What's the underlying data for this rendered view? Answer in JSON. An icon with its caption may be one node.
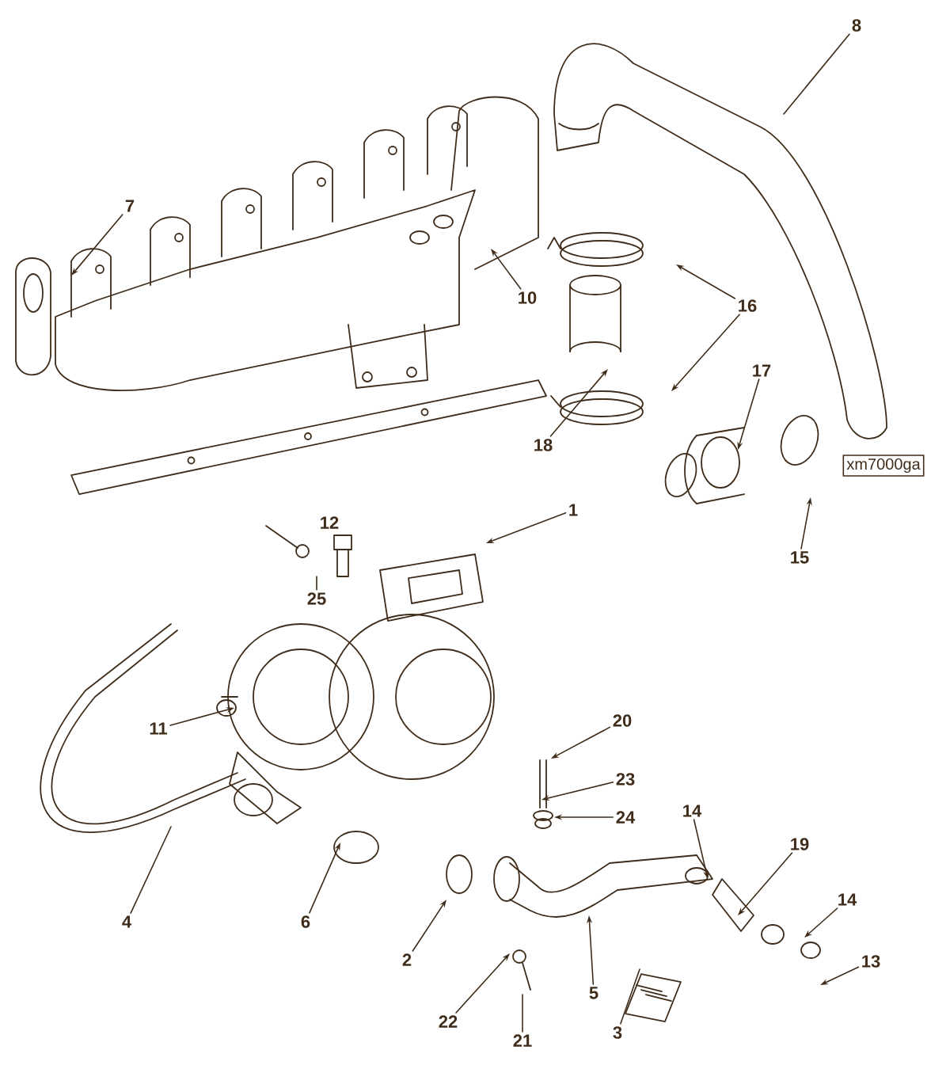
{
  "diagram": {
    "nodes": [
      {
        "text": [
          "8"
        ]
      },
      {
        "text": [
          "7"
        ]
      },
      {
        "text": [
          "10"
        ]
      },
      {
        "text": [
          "16"
        ]
      },
      {
        "text": [
          "17"
        ]
      },
      {
        "text": [
          "18"
        ]
      },
      {
        "text": [
          "15"
        ]
      },
      {
        "text": [
          "1"
        ]
      },
      {
        "text": [
          "25"
        ]
      },
      {
        "text": [
          "xm7000ga"
        ]
      },
      {
        "text": [
          "11"
        ]
      },
      {
        "text": [
          "20"
        ]
      },
      {
        "text": [
          "23"
        ]
      },
      {
        "text": [
          "24"
        ]
      },
      {
        "text": [
          "14"
        ]
      },
      {
        "text": [
          "19"
        ]
      },
      {
        "text": [
          "14"
        ]
      },
      {
        "text": [
          "4"
        ]
      },
      {
        "text": [
          "6"
        ]
      },
      {
        "text": [
          "2"
        ]
      },
      {
        "text": [
          "13"
        ]
      },
      {
        "text": [
          "5"
        ]
      },
      {
        "text": [
          "22"
        ]
      },
      {
        "text": [
          "21"
        ]
      },
      {
        "text": [
          "3"
        ]
      }
    ],
    "edges": [
      {
        "from": 0,
        "to": null,
        "arrow": "none"
      },
      {
        "from": 1,
        "to": null,
        "arrow": "to"
      },
      {
        "from": 2,
        "to": null,
        "arrow": "to"
      },
      {
        "from": 3,
        "to": null,
        "arrow": "to"
      },
      {
        "from": 3,
        "to": null,
        "arrow": "to"
      },
      {
        "from": 4,
        "to": null,
        "arrow": "to"
      },
      {
        "from": 5,
        "to": null,
        "arrow": "to"
      },
      {
        "from": 6,
        "to": null,
        "arrow": "to"
      },
      {
        "from": 7,
        "to": null,
        "arrow": "to"
      },
      {
        "from": 8,
        "to": null,
        "arrow": "none"
      },
      {
        "from": 10,
        "to": null,
        "arrow": "to"
      },
      {
        "from": 11,
        "to": null,
        "arrow": "to"
      },
      {
        "from": 12,
        "to": null,
        "arrow": "to"
      },
      {
        "from": 13,
        "to": null,
        "arrow": "to"
      },
      {
        "from": 14,
        "to": null,
        "arrow": "to"
      },
      {
        "from": 15,
        "to": null,
        "arrow": "to"
      },
      {
        "from": 16,
        "to": null,
        "arrow": "to"
      },
      {
        "from": 17,
        "to": null,
        "arrow": "none"
      },
      {
        "from": 18,
        "to": null,
        "arrow": "to"
      },
      {
        "from": 19,
        "to": null,
        "arrow": "to"
      },
      {
        "from": 20,
        "to": null,
        "arrow": "to"
      },
      {
        "from": 21,
        "to": null,
        "arrow": "to"
      },
      {
        "from": 22,
        "to": null,
        "arrow": "to"
      },
      {
        "from": 23,
        "to": null,
        "arrow": "none"
      },
      {
        "from": 24,
        "to": null,
        "arrow": "none"
      }
    ],
    "labels": [
      "12"
    ]
  }
}
